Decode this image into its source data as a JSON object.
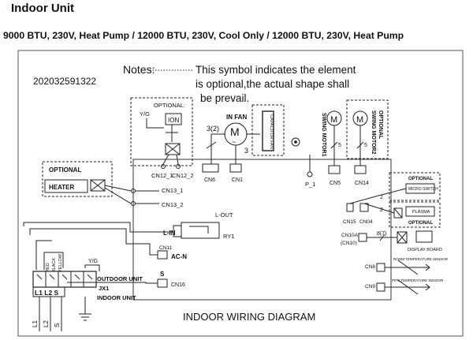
{
  "header": {
    "title": "Indoor Unit",
    "models": "9000 BTU, 230V, Heat Pump / 12000 BTU, 230V, Cool Only / 12000 BTU, 230V, Heat Pump"
  },
  "diagram": {
    "code": "202032591322",
    "notes_label": "Notes:",
    "notes_line1": "This symbol  indicates the element",
    "notes_line2": "is optional,the actual shape shall",
    "notes_line3": "be prevail.",
    "optional": "OPTIONAL",
    "optional_colon": "OPTIONAL:",
    "yg": "Y/G",
    "ion": "ION",
    "cn12_1": "CN12_1",
    "cn12_2": "CN12_2",
    "cn13_1": "CN13_1",
    "cn13_2": "CN13_2",
    "heater": "HEATER",
    "in_fan": "IN FAN",
    "fan_m": "M",
    "fan_sym": "~",
    "fan_pins_a": "3(2)",
    "fan_pins_b": "3",
    "cn6": "CN6",
    "cn1": "CN1",
    "cap": "CAPACITOR FAN",
    "swing1": "SWING MOTOR1",
    "swing2": "SWING MOTOR2",
    "motor_m": "M",
    "pin5": "5",
    "cn5": "CN5",
    "cn14": "CN14",
    "p1": "P_1",
    "micro_switch": "MICRO SWITCH",
    "plasma": "PLASMA",
    "cn15": "CN15",
    "cn04": "CN04",
    "pin2": "2",
    "cn10a": "CN10A",
    "cn10": "(CN10)",
    "pins87": "8(7)",
    "display_board": "DISPLAY BOARD",
    "cn8": "CN8",
    "cn9": "CN9",
    "room_temp": "ROOM TEMPERATURE SENSOR",
    "pipe_temp": "PIPE TEMPERATURE SENSOR",
    "l_out": "L-OUT",
    "l_in": "L-IN",
    "ry1": "RY1",
    "cn11": "CN11",
    "ac_n": "AC-N",
    "s": "S",
    "cn16": "CN16",
    "red": "RED",
    "black": "BLACK",
    "yellow": "YELLOW",
    "terminal": "L1 L2 S",
    "outdoor_unit": "OUTDOOR UNIT",
    "jx1": "JX1",
    "indoor_unit": "INDOOR UNIT",
    "wire_l1": "L1",
    "wire_l2": "L2",
    "wire_s": "S",
    "caption": "INDOOR WIRING DIAGRAM"
  }
}
